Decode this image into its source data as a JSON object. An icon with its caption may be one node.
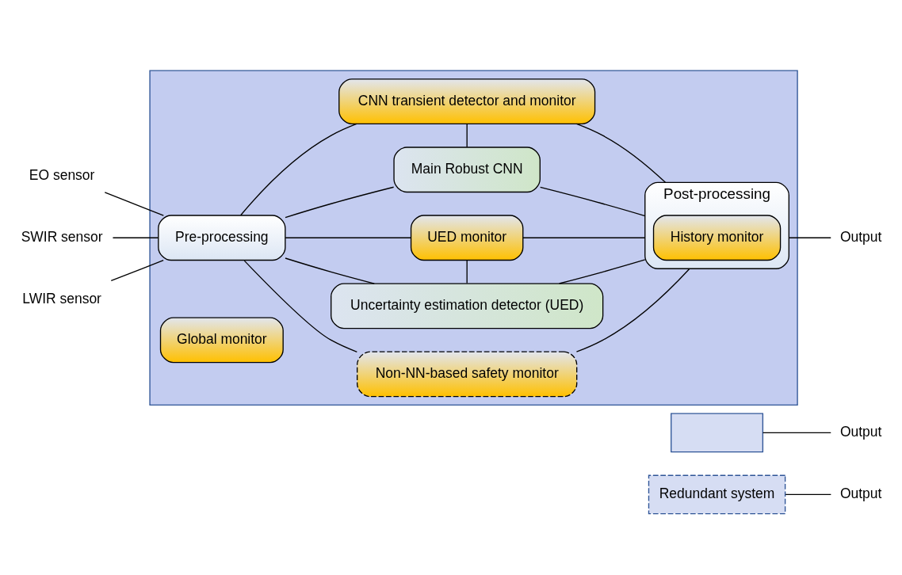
{
  "diagram": {
    "nodes": [
      {
        "text": [
          "Redundant system"
        ]
      },
      {
        "text": [],
        "shape": "box"
      },
      {
        "text": [],
        "shape": "box"
      },
      {
        "text": [
          "Global monitor"
        ],
        "in": 2
      },
      {
        "text": [
          "Pre-processing"
        ],
        "in": 2
      },
      {
        "text": [
          "Main Robust CNN"
        ],
        "in": 2
      },
      {
        "text": [
          "CNN transient detector and monitor"
        ],
        "in": 2
      },
      {
        "text": [
          "Uncertainty estimation detector (UED)"
        ],
        "in": 2
      },
      {
        "text": [
          "UED monitor"
        ],
        "in": 2
      },
      {
        "text": [
          "Non-NN-based safety monitor"
        ],
        "in": 2
      },
      {
        "text": [
          "Post-processing"
        ],
        "in": 2
      },
      {
        "text": [
          "History monitor"
        ],
        "in": 10
      },
      {
        "text": [
          "EO sensor"
        ]
      },
      {
        "text": [
          "SWIR sensor"
        ]
      },
      {
        "text": [
          "LWIR sensor"
        ]
      },
      {
        "text": [
          "Output"
        ]
      },
      {
        "text": [
          "Output"
        ]
      },
      {
        "text": [
          "Output"
        ]
      }
    ],
    "edges": [
      {
        "from": 12,
        "to": 4,
        "arrow": "none"
      },
      {
        "from": 13,
        "to": 4,
        "arrow": "none"
      },
      {
        "from": 14,
        "to": 4,
        "arrow": "none"
      },
      {
        "from": 4,
        "to": 5,
        "arrow": "none"
      },
      {
        "from": 4,
        "to": 6,
        "arrow": "none"
      },
      {
        "from": 4,
        "to": 7,
        "arrow": "none"
      },
      {
        "from": 4,
        "to": 8,
        "arrow": "none"
      },
      {
        "from": 4,
        "to": 9,
        "arrow": "none"
      },
      {
        "from": 5,
        "to": 6,
        "arrow": "none"
      },
      {
        "from": 7,
        "to": 8,
        "arrow": "none"
      },
      {
        "from": 5,
        "to": 10,
        "arrow": "none"
      },
      {
        "from": 6,
        "to": 10,
        "arrow": "none"
      },
      {
        "from": 7,
        "to": 10,
        "arrow": "none"
      },
      {
        "from": 8,
        "to": 10,
        "arrow": "none"
      },
      {
        "from": 9,
        "to": 10,
        "arrow": "none"
      },
      {
        "from": 0,
        "to": 15,
        "arrow": "none"
      },
      {
        "from": 1,
        "to": 16,
        "arrow": "none"
      },
      {
        "from": 10,
        "to": 17,
        "arrow": "none"
      }
    ]
  }
}
